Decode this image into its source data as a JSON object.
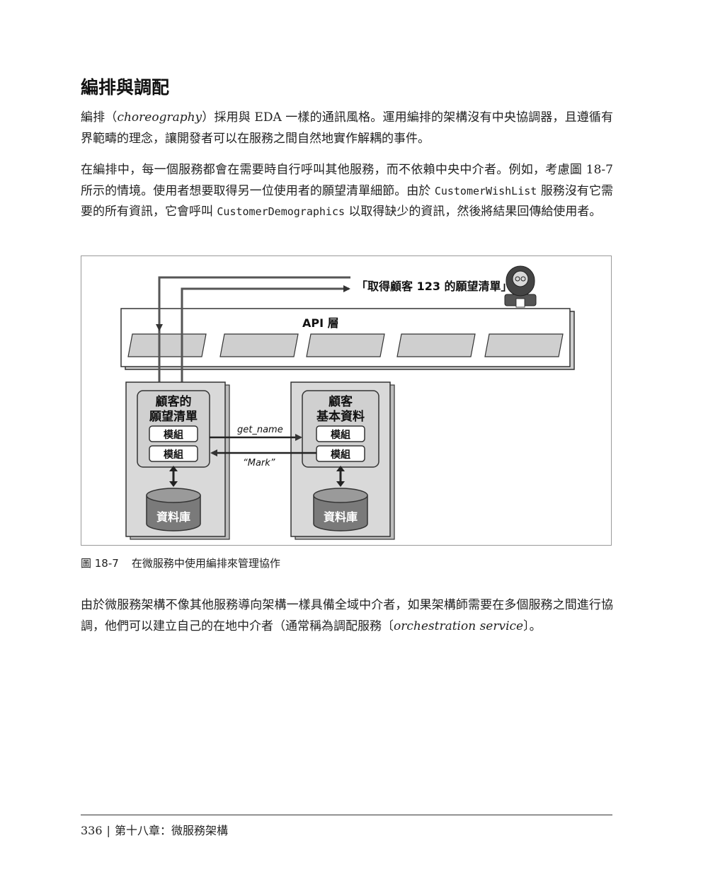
{
  "heading": "編排與調配",
  "para1": {
    "a": "編排（",
    "term": "choreography",
    "b": "）採用與 EDA 一樣的通訊風格。運用編排的架構沒有中央協調器，且遵循有界範疇的理念，讓開發者可以在服務之間自然地實作解耦的事件。"
  },
  "para2": {
    "a": "在編排中，每一個服務都會在需要時自行呼叫其他服務，而不依賴中央中介者。例如，考慮圖 18-7 所示的情境。使用者想要取得另一位使用者的願望清單細節。由於 ",
    "code1": "CustomerWishList",
    "b": " 服務沒有它需要的所有資訊，它會呼叫 ",
    "code2": "CustomerDemographics",
    "c": " 以取得缺少的資訊，然後將結果回傳給使用者。"
  },
  "figure": {
    "request_label": "「取得顧客 123 的願望清單」",
    "api_layer_label": "API 層",
    "service_left": {
      "line1": "顧客的",
      "line2": "願望清單",
      "module1": "模組",
      "module2": "模組",
      "db": "資料庫"
    },
    "service_right": {
      "line1": "顧客",
      "line2": "基本資料",
      "module1": "模組",
      "module2": "模組",
      "db": "資料庫"
    },
    "call_label": "get_name",
    "reply_label": "“Mark”"
  },
  "caption": {
    "number": "圖 18-7",
    "text": "在微服務中使用編排來管理協作"
  },
  "para3": {
    "a": "由於微服務架構不像其他服務導向架構一樣具備全域中介者，如果架構師需要在多個服務之間進行協調，他們可以建立自己的在地中介者（通常稱為調配服務〔",
    "term": "orchestration service",
    "b": "〕。"
  },
  "footer": {
    "page": "336",
    "separator": "|",
    "chapter": "第十八章：微服務架構"
  }
}
